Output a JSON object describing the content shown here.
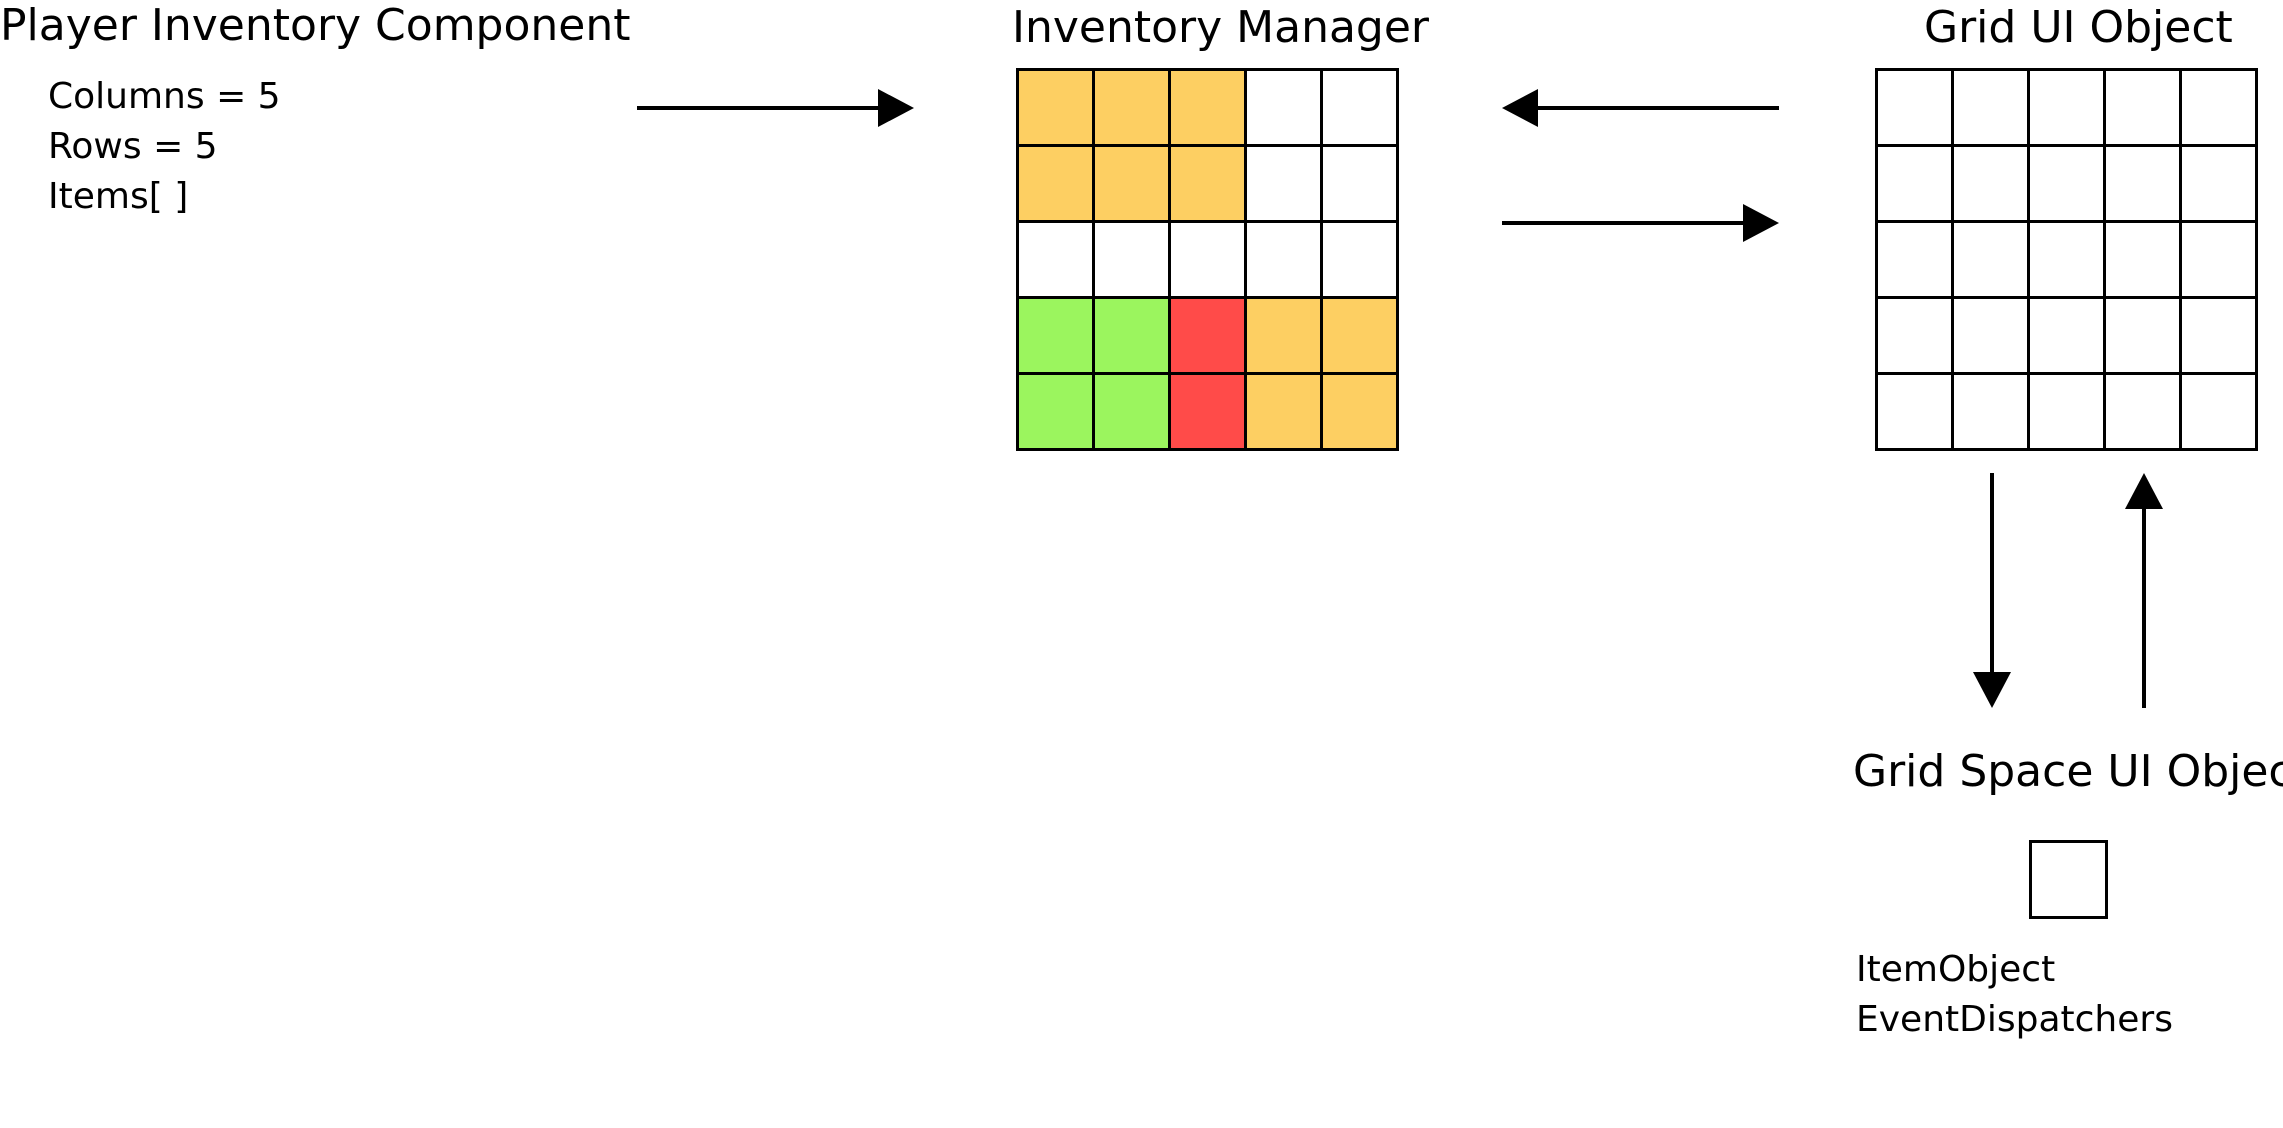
{
  "player_inventory_component": {
    "title": "Player Inventory Component",
    "properties": [
      "Columns = 5",
      "Rows = 5",
      "Items[ ]"
    ]
  },
  "inventory_manager": {
    "title": "Inventory Manager",
    "grid": {
      "columns": 5,
      "rows": 5,
      "cell_fills": [
        [
          "#FDCF62",
          "#FDCF62",
          "#FDCF62",
          "#FFFFFF",
          "#FFFFFF"
        ],
        [
          "#FDCF62",
          "#FDCF62",
          "#FDCF62",
          "#FFFFFF",
          "#FFFFFF"
        ],
        [
          "#FFFFFF",
          "#FFFFFF",
          "#FFFFFF",
          "#FFFFFF",
          "#FFFFFF"
        ],
        [
          "#9BF55E",
          "#9BF55E",
          "#FF4B49",
          "#FDCF62",
          "#FDCF62"
        ],
        [
          "#9BF55E",
          "#9BF55E",
          "#FF4B49",
          "#FDCF62",
          "#FDCF62"
        ]
      ]
    }
  },
  "grid_ui_object": {
    "title": "Grid UI Object",
    "grid": {
      "columns": 5,
      "rows": 5
    }
  },
  "grid_space_ui_object": {
    "title": "Grid Space UI Object",
    "properties": [
      "ItemObject",
      "EventDispatchers"
    ]
  },
  "connections": [
    {
      "from": "Player Inventory Component",
      "to": "Inventory Manager"
    },
    {
      "from": "Grid UI Object",
      "to": "Inventory Manager"
    },
    {
      "from": "Inventory Manager",
      "to": "Grid UI Object"
    },
    {
      "from": "Grid UI Object",
      "to": "Grid Space UI Object"
    },
    {
      "from": "Grid Space UI Object",
      "to": "Grid UI Object"
    }
  ],
  "colors": {
    "item_orange": "#FDCF62",
    "item_green": "#9BF55E",
    "item_red": "#FF4B49",
    "empty": "#FFFFFF",
    "line": "#000000"
  }
}
